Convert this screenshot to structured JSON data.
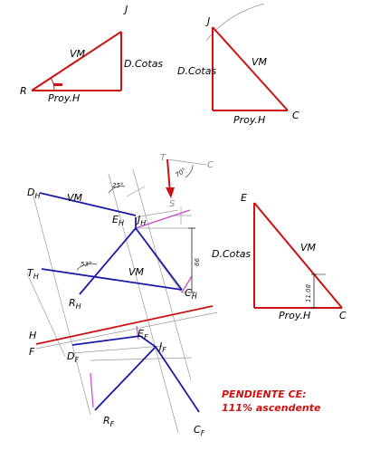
{
  "triangle_rj": {
    "vertex_r": "R",
    "vertex_j": "J",
    "label_vm": "VM",
    "label_dcotas": "D.Cotas",
    "label_proyh": "Proy.H"
  },
  "triangle_jc": {
    "vertex_j": "J",
    "vertex_c": "C",
    "label_vm": "VM",
    "label_dcotas": "D.Cotas",
    "label_proyh": "Proy.H"
  },
  "triangle_ec": {
    "vertex_e": "E",
    "vertex_c": "C",
    "label_vm": "VM",
    "label_dcotas": "D.Cotas",
    "label_proyh": "Proy.H",
    "dimension": "11.08"
  },
  "direction": {
    "point_t": "T",
    "point_c": "C",
    "point_s": "S",
    "angle": "70°"
  },
  "projection": {
    "dh_main": "D",
    "dh_sub": "H",
    "eh_main": "E",
    "eh_sub": "H",
    "jh_main": "J",
    "jh_sub": "H",
    "th_main": "T",
    "th_sub": "H",
    "rh_main": "R",
    "rh_sub": "H",
    "ch_main": "C",
    "ch_sub": "H",
    "df_main": "D",
    "df_sub": "F",
    "ef_main": "E",
    "ef_sub": "F",
    "jf_main": "J",
    "jf_sub": "F",
    "rf_main": "R",
    "rf_sub": "F",
    "cf_main": "C",
    "cf_sub": "F",
    "label_vm_top": "VM",
    "label_vm_mid": "VM",
    "angle_25": "25°",
    "angle_53": "53°",
    "dim_66": "66",
    "label_h": "H",
    "label_f": "F"
  },
  "slope": {
    "line1": "PENDIENTE CE:",
    "line2": "111% ascendente"
  },
  "colors": {
    "red": "#cc1111",
    "blue": "#1a1aa8",
    "magenta": "#cc44cc",
    "construction": "#9a9a9a"
  }
}
